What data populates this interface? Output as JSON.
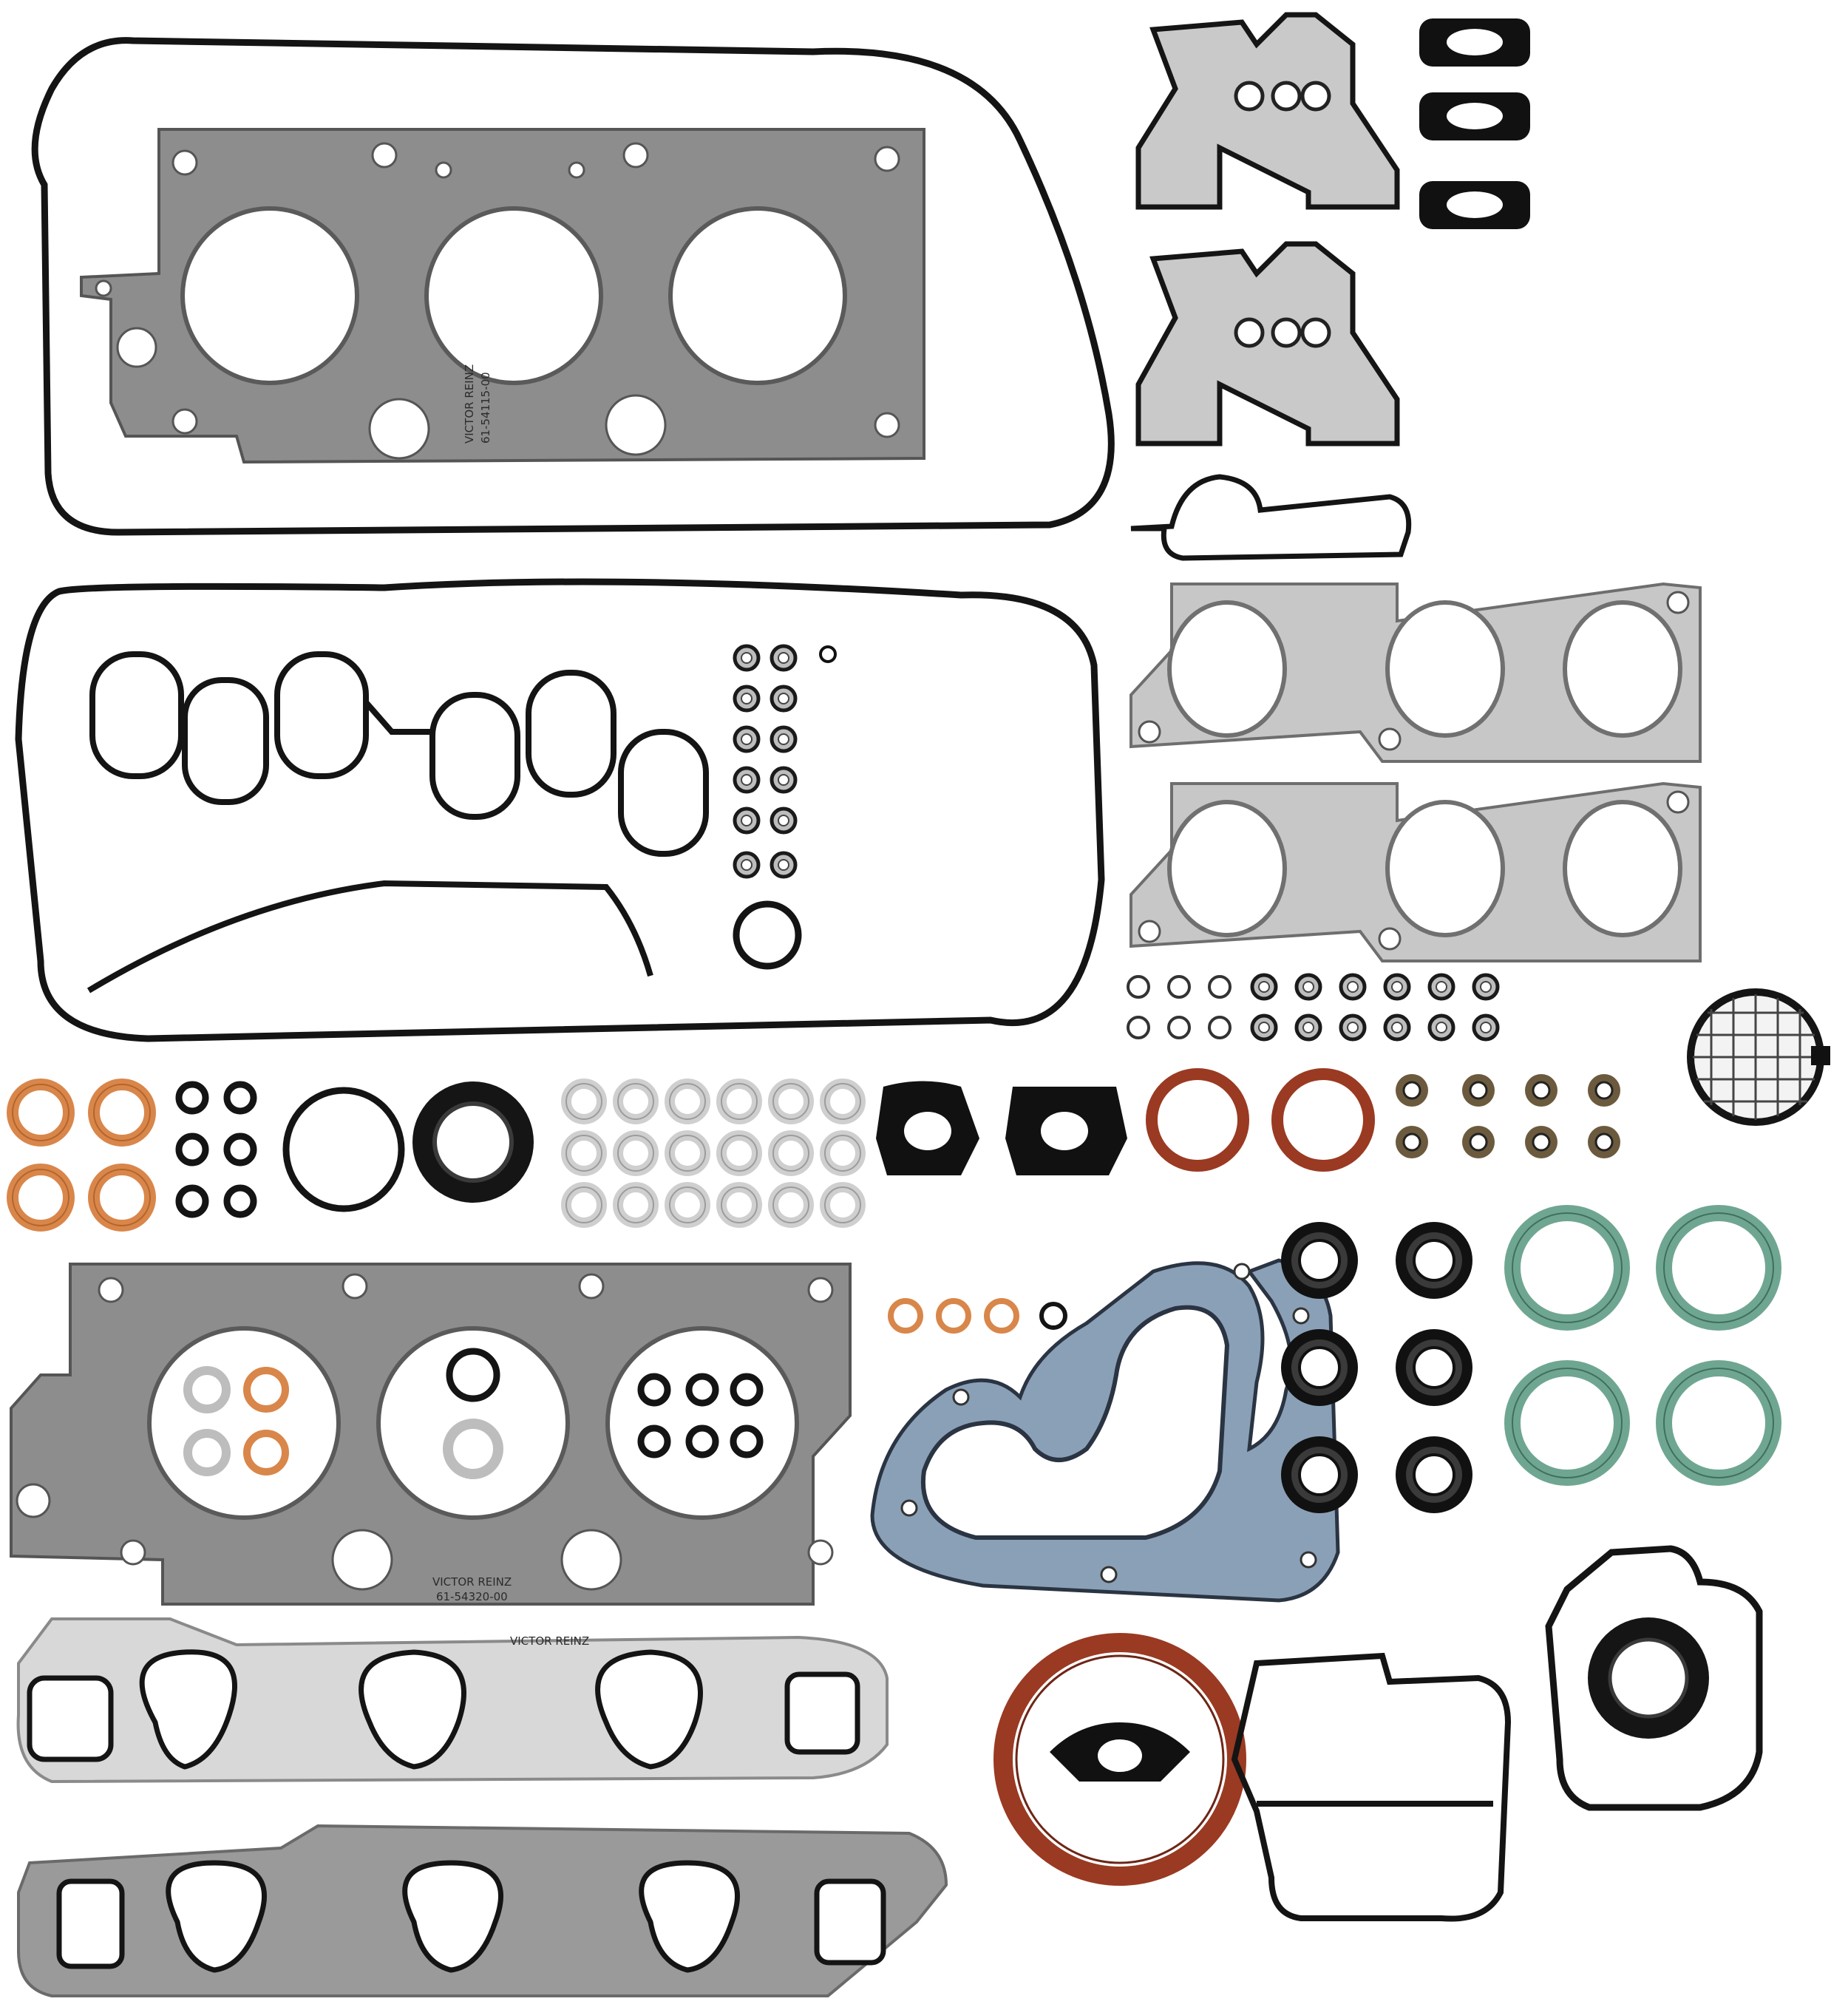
{
  "image": {
    "kind": "engine full gasket set product photo",
    "background": "#ffffff"
  },
  "colors": {
    "rubber_black": "#141414",
    "steel_gray": "#8c8c8c",
    "steel_dark": "#6f6f6f",
    "steel_light": "#d7d7d7",
    "copper": "#d9864a",
    "copper_dark": "#b3652c",
    "seal_red": "#9a3a22",
    "green_gasket": "#6fa692",
    "blue_gasket": "#8aa0b6",
    "brown_seal": "#6b5a3d"
  },
  "stamps": {
    "head_gasket_top_brand": "VICTOR REINZ",
    "head_gasket_top_part": "61-54115-00",
    "head_gasket_bottom_brand": "VICTOR REINZ",
    "head_gasket_bottom_part": "61-54320-00",
    "intake_top_brand": "VICTOR REINZ"
  }
}
